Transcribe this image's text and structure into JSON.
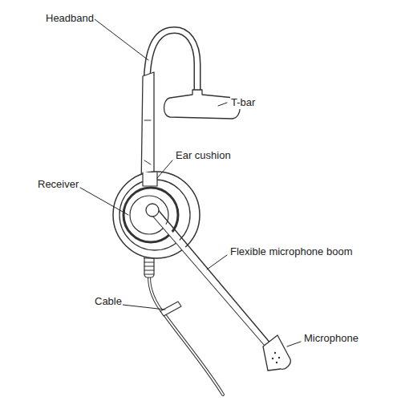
{
  "diagram": {
    "labels": [
      "Headband",
      "T-bar",
      "Ear cushion",
      "Receiver",
      "Flexible microphone boom",
      "Cable",
      "Microphone"
    ]
  }
}
